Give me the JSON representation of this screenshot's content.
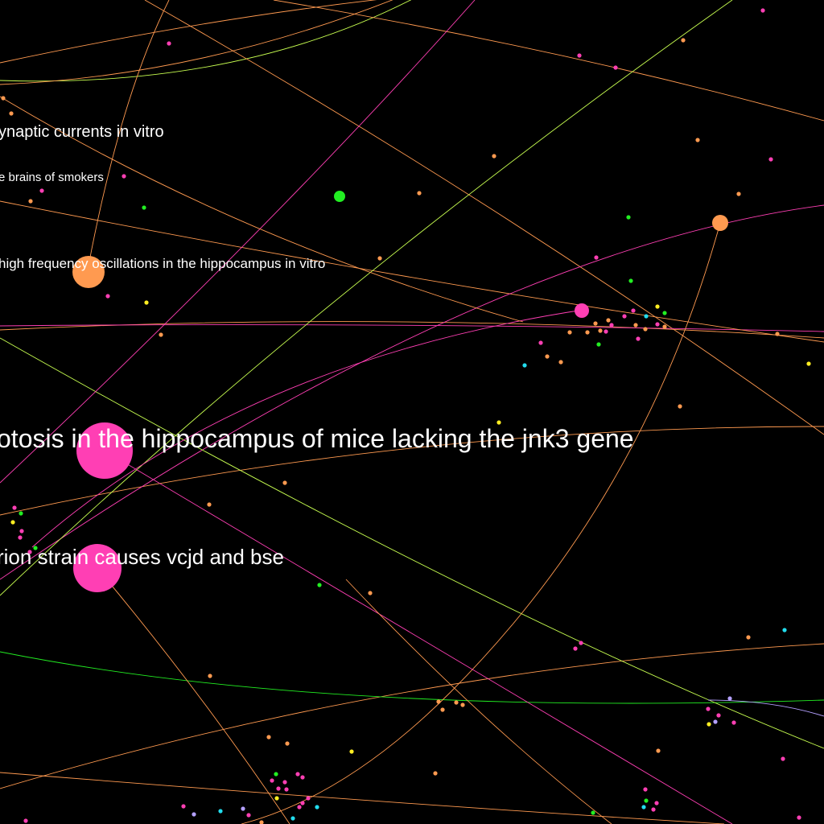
{
  "graph": {
    "background": "#000000",
    "colors": {
      "pink": "#ff3fb4",
      "orange": "#ff9a50",
      "green": "#22ee22",
      "lime": "#c8ff50",
      "cyan": "#22ddee",
      "yellow": "#ffee22",
      "lavender": "#b4a0ff"
    },
    "labels": [
      {
        "id": "l1",
        "text": "ynaptic currents in vitro"
      },
      {
        "id": "l2",
        "text": "e brains of smokers"
      },
      {
        "id": "l3",
        "text": "high frequency oscillations in the hippocampus in vitro"
      },
      {
        "id": "l4",
        "text": "otosis in the hippocampus of mice lacking the jnk3 gene"
      },
      {
        "id": "l5",
        "text": "rion strain causes vcjd and bse"
      }
    ]
  }
}
